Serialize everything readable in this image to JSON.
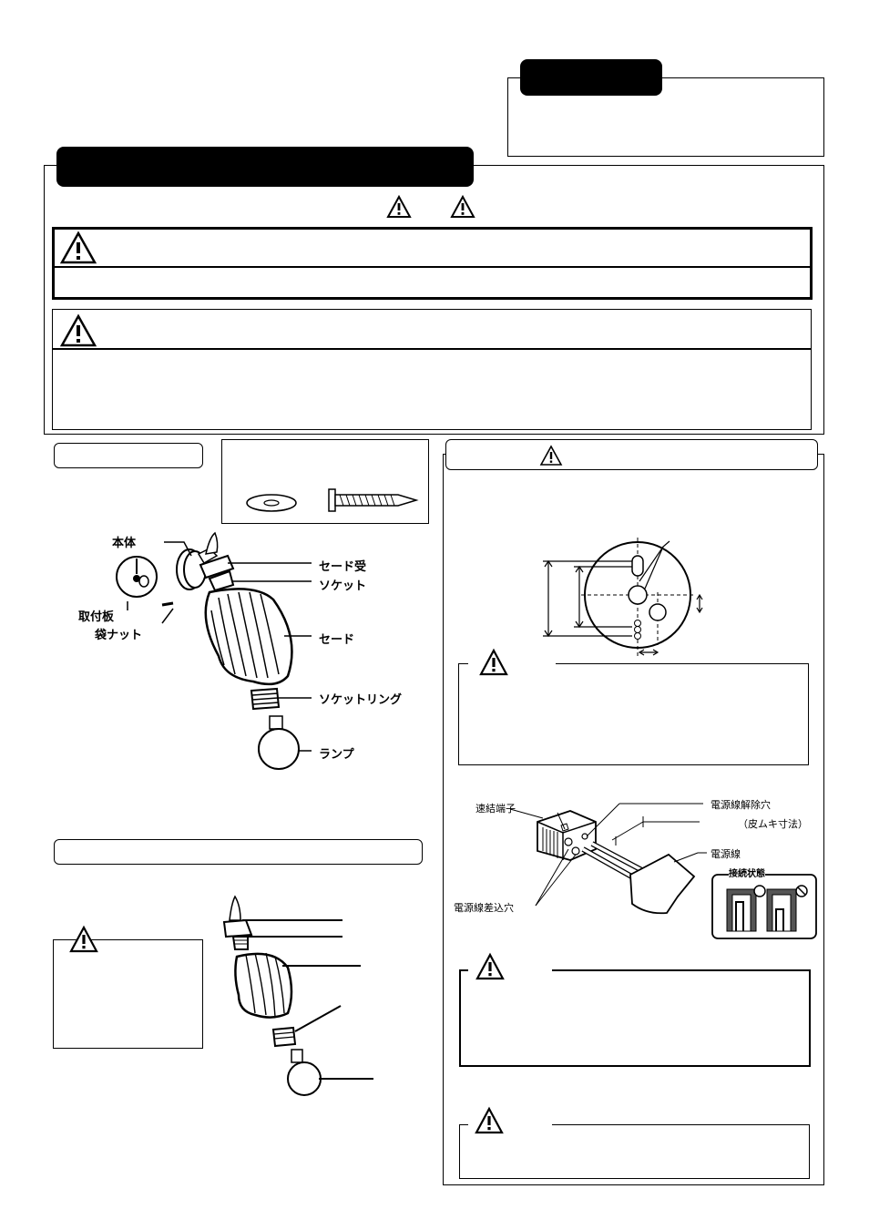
{
  "parts_diagram": {
    "labels": {
      "body": "本体",
      "shade_holder": "セード受",
      "socket": "ソケット",
      "mount_plate": "取付板",
      "cap_nut": "袋ナット",
      "shade": "セード",
      "socket_ring": "ソケットリング",
      "lamp": "ランプ"
    }
  },
  "wiring_diagram": {
    "labels": {
      "quick_terminal": "速結端子",
      "wire_release_hole": "電源線解除穴",
      "strip_length": "（皮ムキ寸法）",
      "power_wire": "電源線",
      "connection_state": "接続状態",
      "wire_insert_hole": "電源線差込穴"
    }
  }
}
